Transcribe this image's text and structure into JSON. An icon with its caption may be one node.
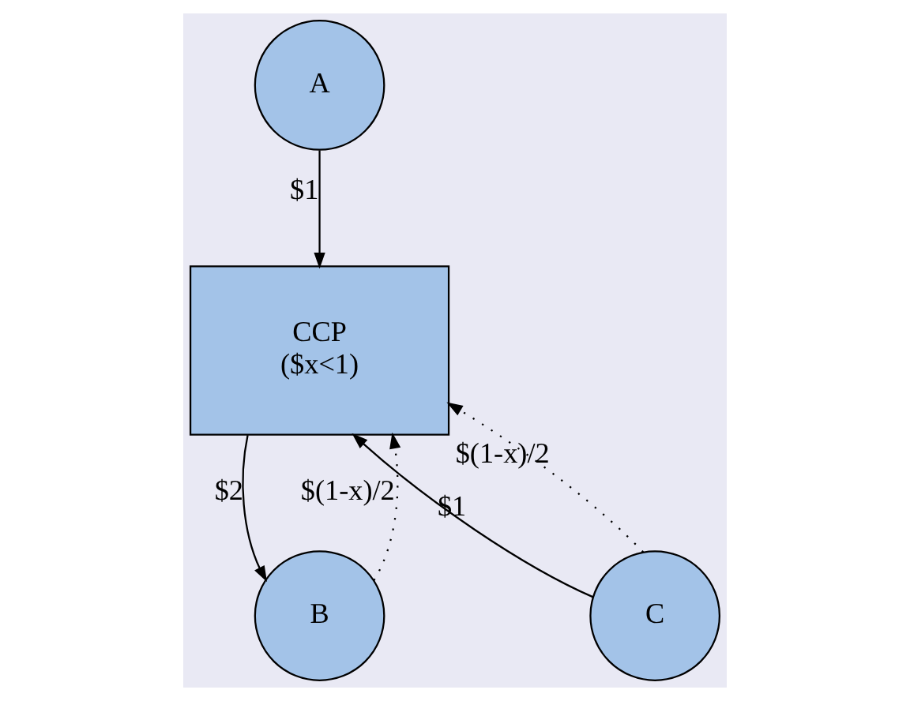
{
  "diagram": {
    "nodes": [
      {
        "text": [
          "A"
        ]
      },
      {
        "text": [
          "CCP",
          "($x<1)"
        ]
      },
      {
        "text": [
          "B"
        ]
      },
      {
        "text": [
          "C"
        ]
      }
    ],
    "edges": [
      {
        "from": 0,
        "to": 1,
        "arrow": "to",
        "label": "$1"
      },
      {
        "from": 1,
        "to": 2,
        "arrow": "to",
        "label": "$2"
      },
      {
        "from": 2,
        "to": 1,
        "arrow": "to",
        "label": "$(1-x)/2",
        "style": "dashed"
      },
      {
        "from": 3,
        "to": 1,
        "arrow": "to",
        "label": "$1"
      },
      {
        "from": 3,
        "to": 1,
        "arrow": "to",
        "label": "$(1-x)/2",
        "style": "dashed"
      }
    ]
  }
}
